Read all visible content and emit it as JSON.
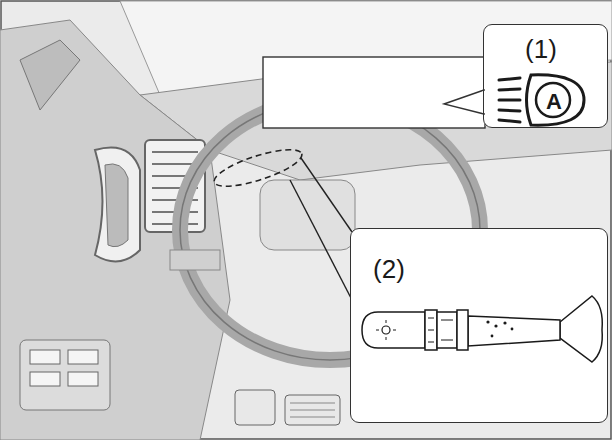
{
  "diagram": {
    "nodes": [
      {
        "text": [
          "(1)",
          "A"
        ]
      },
      {
        "text": [
          "(2)"
        ]
      }
    ]
  }
}
